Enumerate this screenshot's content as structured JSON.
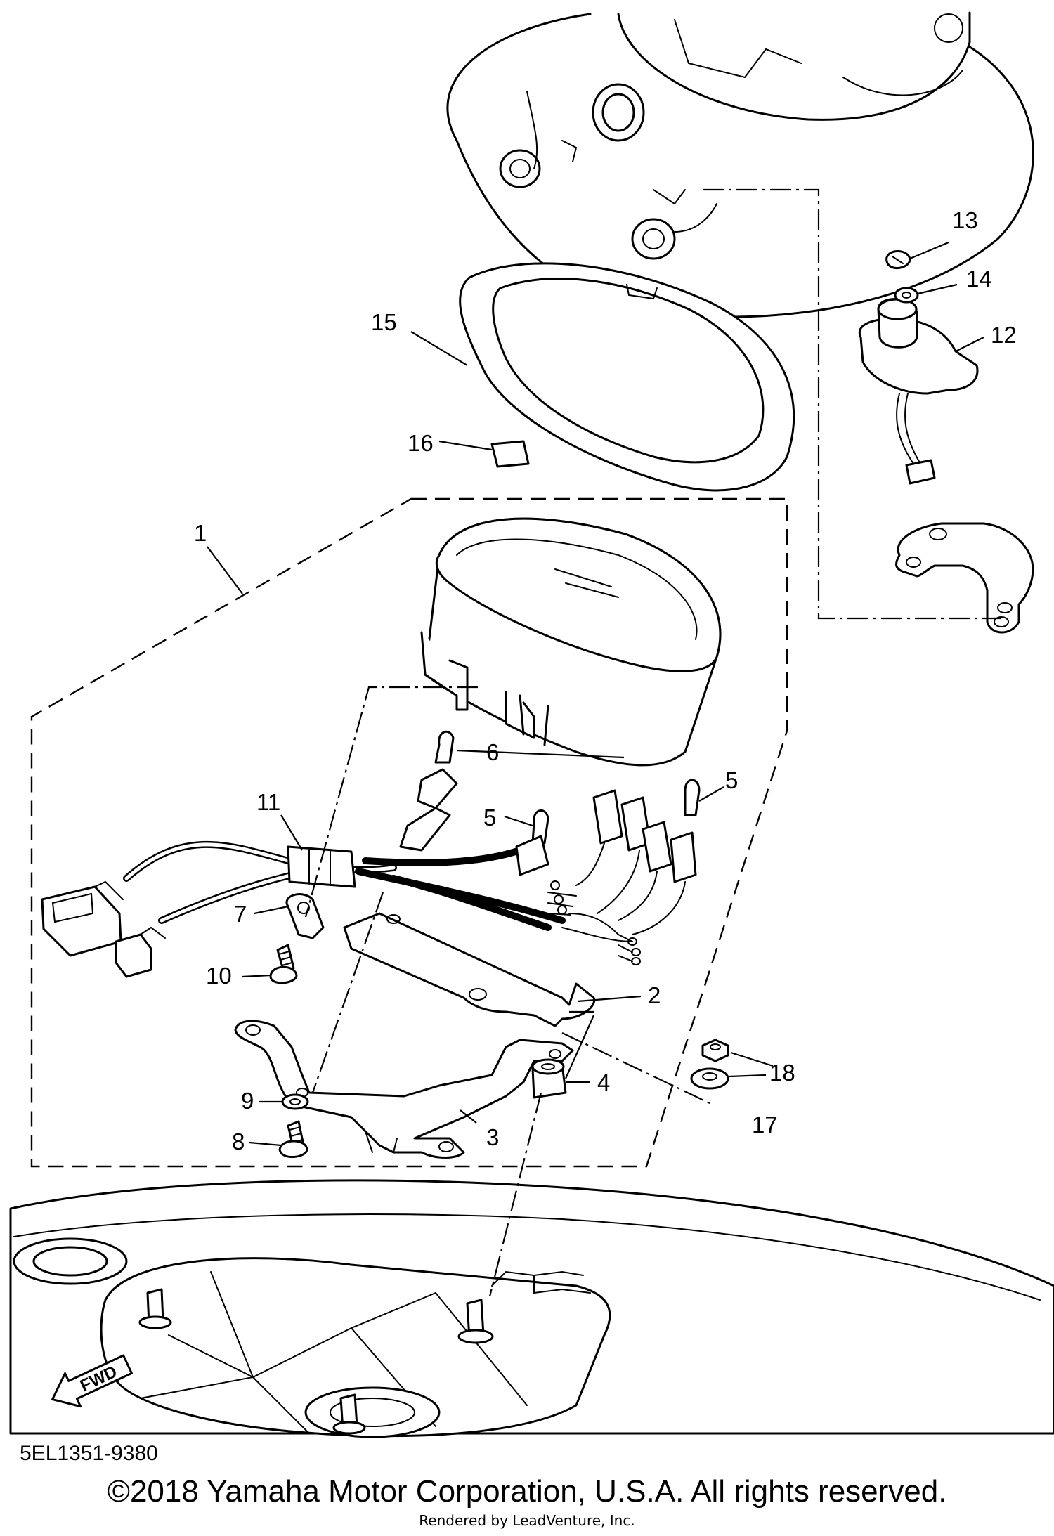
{
  "diagram": {
    "code": "5EL1351-9380",
    "copyright": "©2018 Yamaha Motor Corporation, U.S.A. All rights reserved.",
    "rendered_by": "Rendered by LeadVenture, Inc.",
    "fwd_label": "FWD"
  },
  "callouts": [
    {
      "id": "1",
      "label": "1"
    },
    {
      "id": "2",
      "label": "2"
    },
    {
      "id": "3",
      "label": "3"
    },
    {
      "id": "4",
      "label": "4"
    },
    {
      "id": "5a",
      "label": "5"
    },
    {
      "id": "5b",
      "label": "5"
    },
    {
      "id": "6",
      "label": "6"
    },
    {
      "id": "7",
      "label": "7"
    },
    {
      "id": "8",
      "label": "8"
    },
    {
      "id": "9",
      "label": "9"
    },
    {
      "id": "10",
      "label": "10"
    },
    {
      "id": "11",
      "label": "11"
    },
    {
      "id": "12",
      "label": "12"
    },
    {
      "id": "13",
      "label": "13"
    },
    {
      "id": "14",
      "label": "14"
    },
    {
      "id": "15",
      "label": "15"
    },
    {
      "id": "16",
      "label": "16"
    },
    {
      "id": "17",
      "label": "17"
    },
    {
      "id": "18",
      "label": "18"
    }
  ]
}
